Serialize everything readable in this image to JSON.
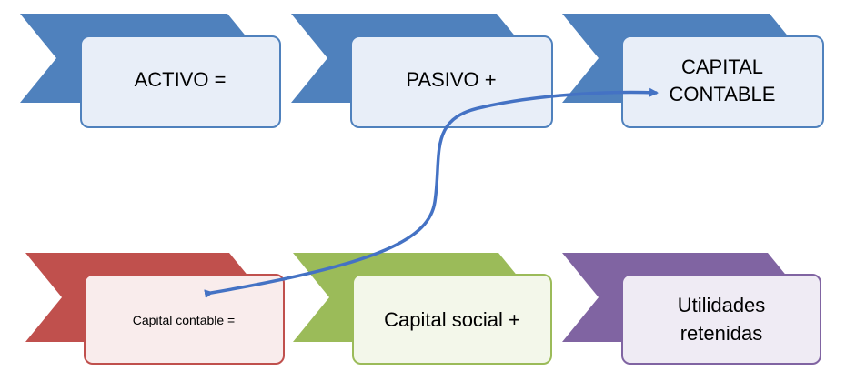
{
  "diagram": {
    "top_row": [
      {
        "label": "ACTIVO =",
        "accent": "#4f81bd",
        "fill": "#e8eef8"
      },
      {
        "label": "PASIVO +",
        "accent": "#4f81bd",
        "fill": "#e8eef8"
      },
      {
        "label_line1": "CAPITAL",
        "label_line2": "CONTABLE",
        "accent": "#4f81bd",
        "fill": "#e8eef8"
      }
    ],
    "bottom_row": [
      {
        "label": "Capital contable =",
        "accent": "#c0504d",
        "fill": "#f9ecec"
      },
      {
        "label": "Capital social +",
        "accent": "#9bbb59",
        "fill": "#f3f7ea"
      },
      {
        "label_line1": "Utilidades",
        "label_line2": "retenidas",
        "accent": "#8064a2",
        "fill": "#efebf4"
      }
    ],
    "connector_color": "#4472c4"
  }
}
